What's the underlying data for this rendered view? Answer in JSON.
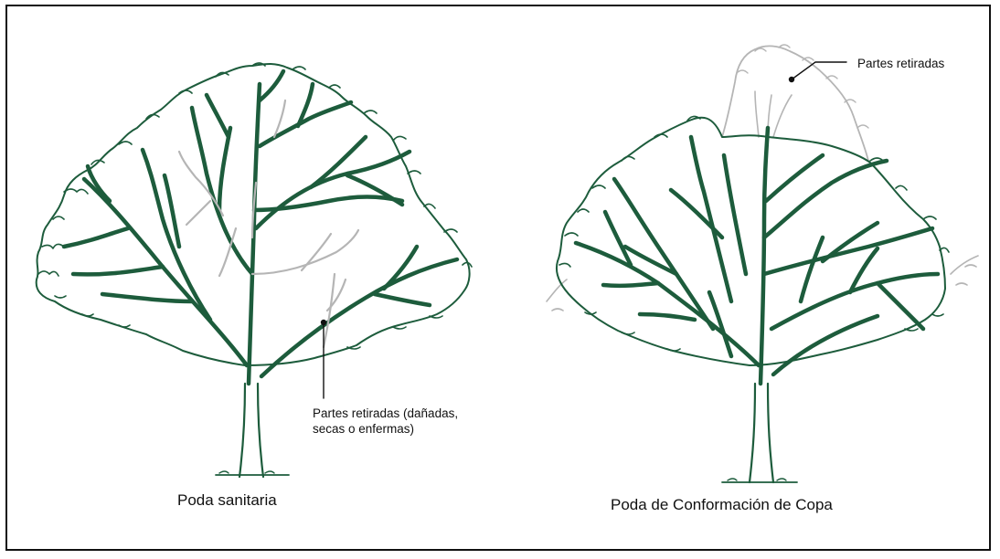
{
  "figure": {
    "left_tree": {
      "caption": "Poda sanitaria",
      "callout_line1": "Partes retiradas (dañadas,",
      "callout_line2": "secas o enfermas)"
    },
    "right_tree": {
      "caption": "Poda de Conformación de Copa",
      "callout": "Partes retiradas"
    }
  },
  "colors": {
    "kept_branches": "#1d5c3c",
    "removed_branches": "#b5b5b5",
    "frame": "#111111"
  }
}
